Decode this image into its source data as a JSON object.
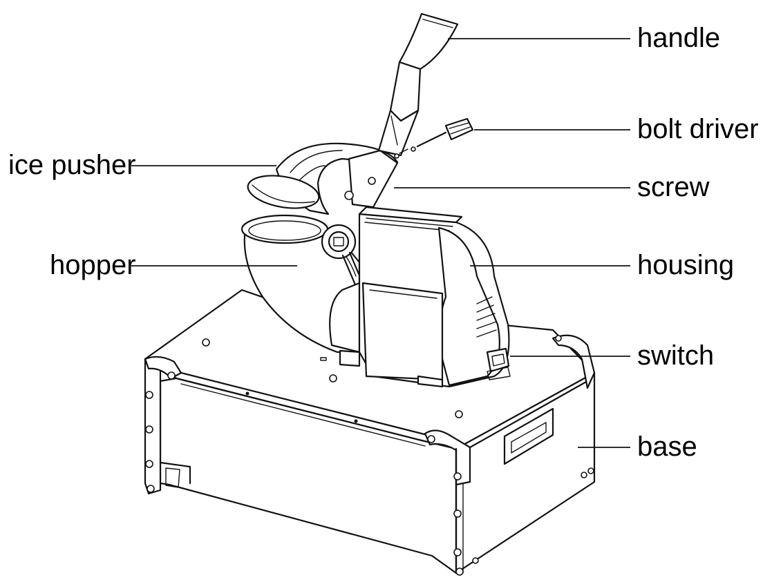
{
  "labels": {
    "handle": "handle",
    "bolt_driver": "bolt driver",
    "ice_pusher": "ice pusher",
    "screw": "screw",
    "hopper": "hopper",
    "housing": "housing",
    "switch": "switch",
    "base": "base"
  },
  "colors": {
    "line": "#111111",
    "background": "#ffffff"
  }
}
